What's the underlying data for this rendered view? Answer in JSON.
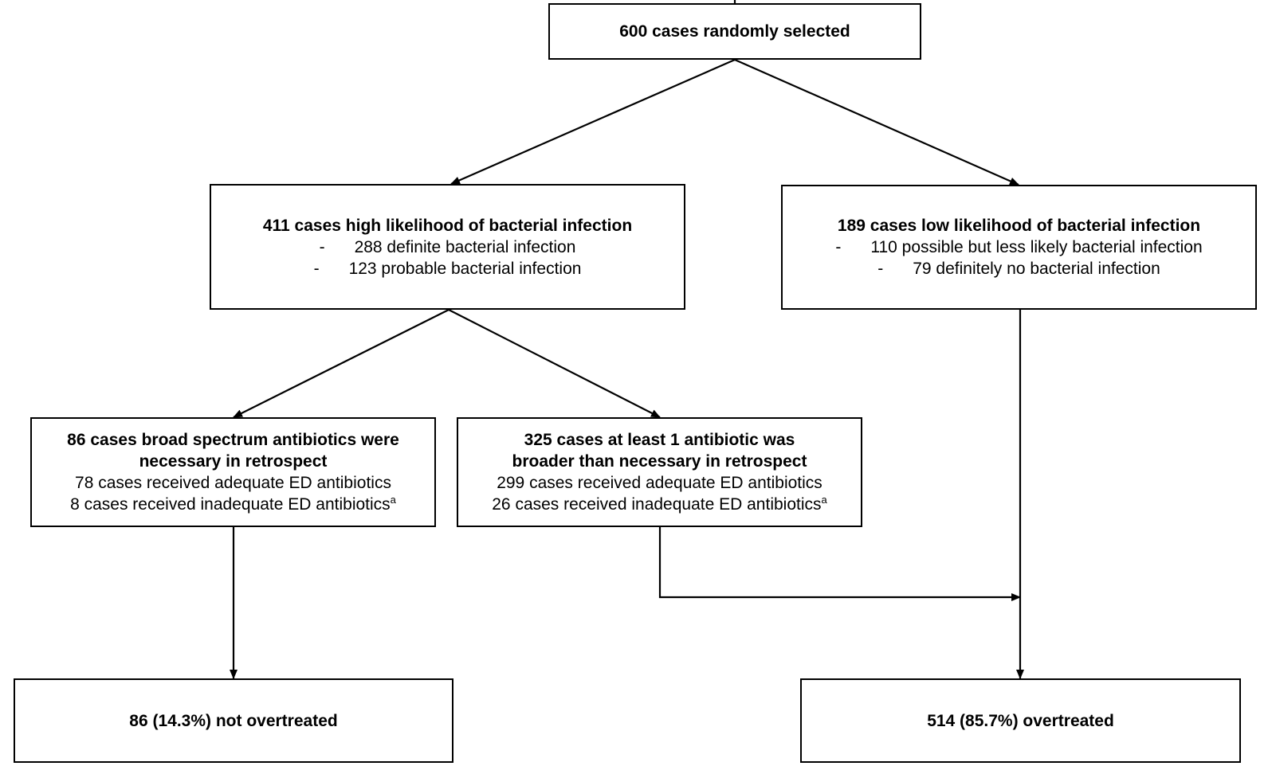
{
  "colors": {
    "line": "#000000",
    "box_fill": "#ffffff"
  },
  "top_box": {
    "title": "600 cases randomly selected"
  },
  "high_likelihood": {
    "title": "411 cases high likelihood of bacterial infection",
    "items": [
      {
        "dash": "-",
        "text": "288 definite bacterial infection"
      },
      {
        "dash": "-",
        "text": "123 probable bacterial infection"
      }
    ]
  },
  "low_likelihood": {
    "title": "189 cases low likelihood of bacterial infection",
    "items": [
      {
        "dash": "-",
        "text": "110 possible but less likely bacterial infection"
      },
      {
        "dash": "-",
        "text": "79 definitely no bacterial infection"
      }
    ]
  },
  "broad_necessary": {
    "title_line1": "86 cases broad spectrum antibiotics were",
    "title_line2": "necessary in retrospect",
    "adequate": "78 cases received adequate ED antibiotics",
    "inadequate": "8 cases received inadequate ED antibiotics",
    "footnote": "a"
  },
  "broader_than_necessary": {
    "title_line1": "325 cases at least 1 antibiotic was",
    "title_line2": "broader than necessary in retrospect",
    "adequate": "299 cases received adequate ED antibiotics",
    "inadequate": "26 cases received inadequate ED antibiotics",
    "footnote": "a"
  },
  "not_overtreated": {
    "title": "86 (14.3%) not overtreated"
  },
  "overtreated": {
    "title": "514 (85.7%) overtreated"
  }
}
